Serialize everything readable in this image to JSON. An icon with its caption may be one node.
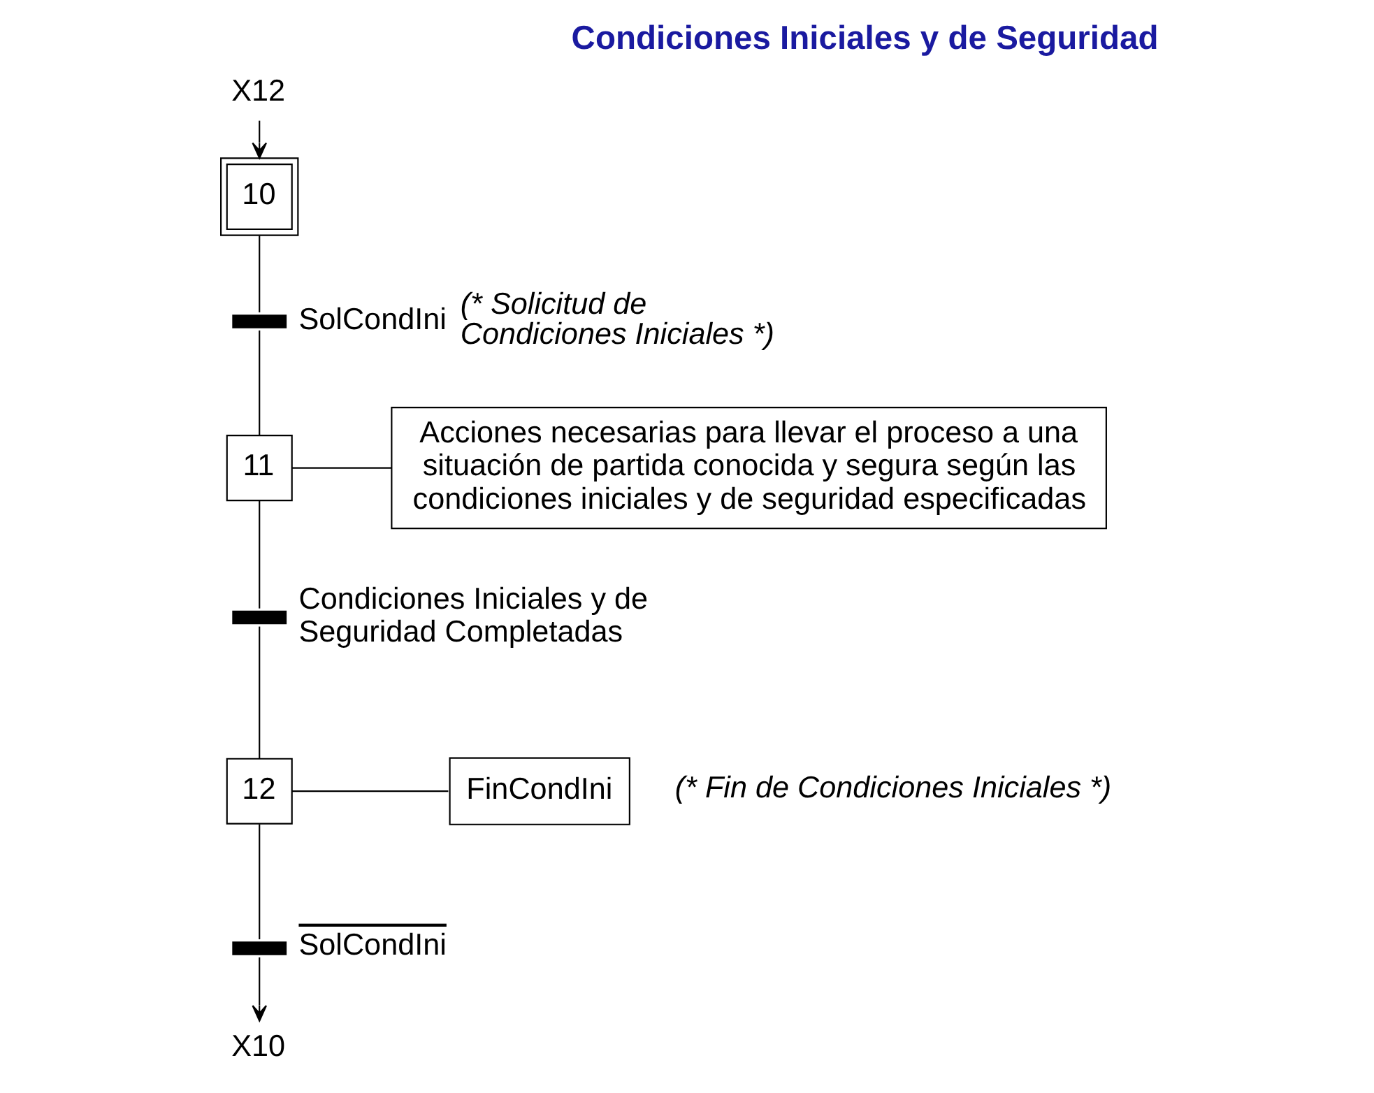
{
  "diagram": {
    "title": "Condiciones Iniciales y de Seguridad",
    "nodes": [
      {
        "text": [
          "X12"
        ]
      },
      {
        "text": [
          "10"
        ]
      },
      {
        "text": [],
        "shape": "bar",
        "beside": [
          "SolCondIni",
          "(* Solicitud de Condiciones Iniciales *)"
        ]
      },
      {
        "text": [
          "11"
        ]
      },
      {
        "text": [
          "Acciones necesarias para llevar el proceso a una situación de partida conocida y segura según las condiciones iniciales y de seguridad especificadas"
        ]
      },
      {
        "text": [],
        "shape": "bar",
        "beside": [
          "Condiciones Iniciales y de Seguridad Completadas"
        ]
      },
      {
        "text": [
          "12"
        ]
      },
      {
        "text": [
          "FinCondIni"
        ],
        "beside": [
          "(* Fin de Condiciones Iniciales *)"
        ]
      },
      {
        "text": [],
        "shape": "bar",
        "beside": [
          "SolCondIni"
        ]
      },
      {
        "text": [
          "X10"
        ]
      }
    ],
    "edges": [
      {
        "from": 0,
        "to": 1,
        "arrow": "to"
      },
      {
        "from": 1,
        "to": 2,
        "arrow": "none"
      },
      {
        "from": 2,
        "to": 3,
        "arrow": "none"
      },
      {
        "from": 3,
        "to": 4,
        "arrow": "none"
      },
      {
        "from": 3,
        "to": 5,
        "arrow": "none"
      },
      {
        "from": 5,
        "to": 6,
        "arrow": "none"
      },
      {
        "from": 6,
        "to": 7,
        "arrow": "none"
      },
      {
        "from": 6,
        "to": 8,
        "arrow": "none"
      },
      {
        "from": 8,
        "to": 9,
        "arrow": "to"
      }
    ]
  }
}
